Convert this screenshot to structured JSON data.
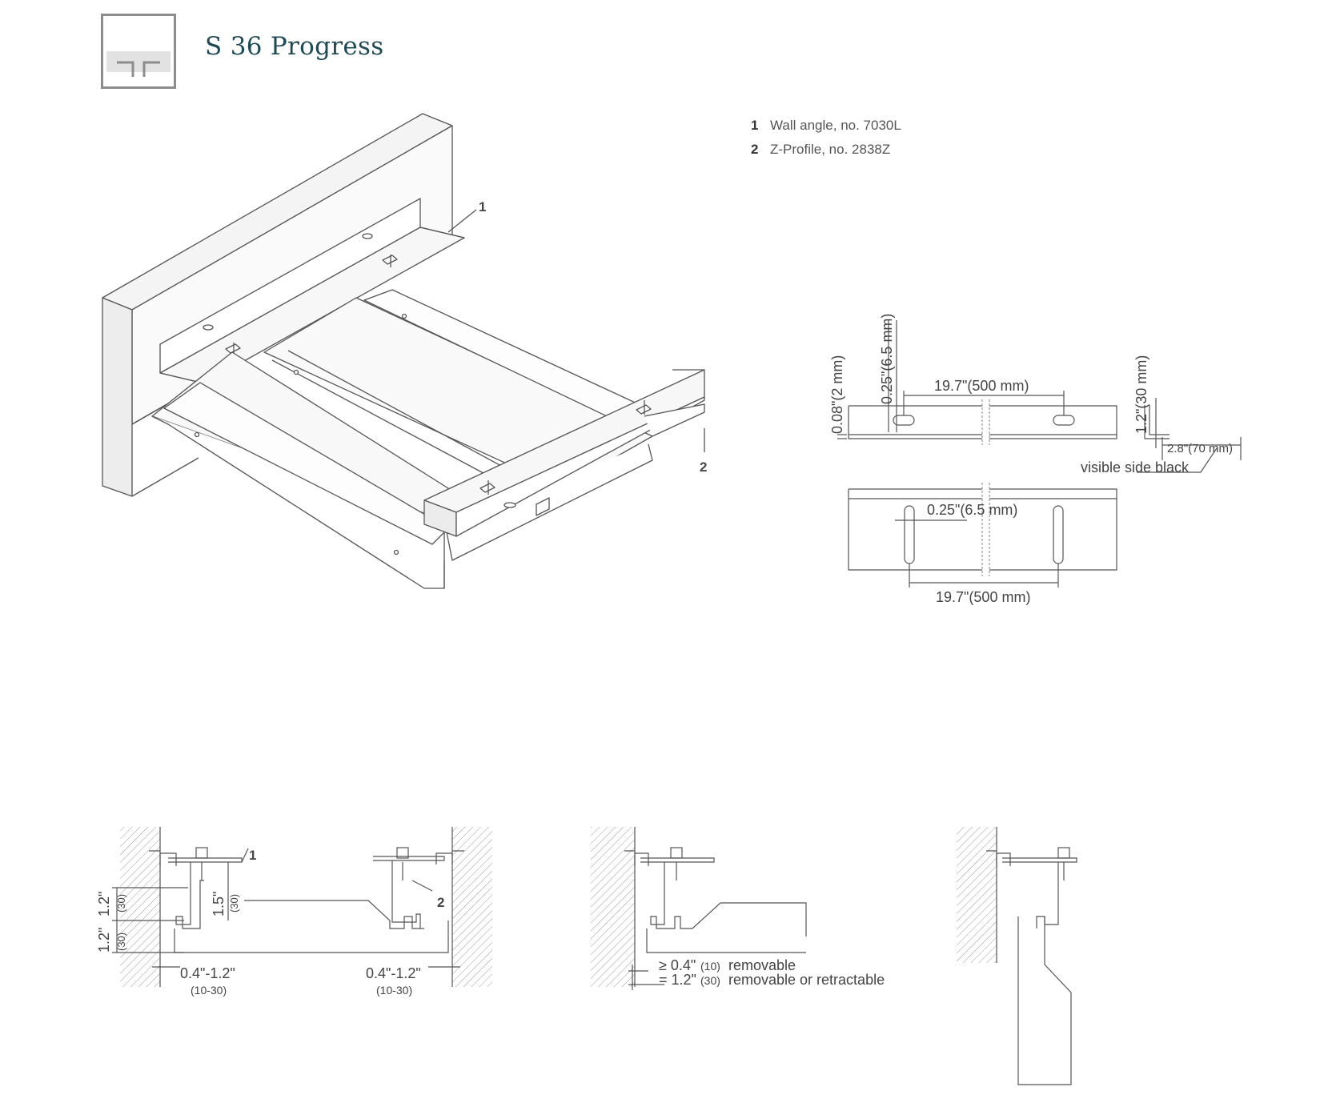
{
  "header": {
    "title": "S 36 Progress"
  },
  "legend": {
    "items": [
      {
        "num": "1",
        "label": "Wall angle, no. 7030L"
      },
      {
        "num": "2",
        "label": "Z-Profile, no. 2838Z"
      }
    ]
  },
  "iso_view": {
    "callout_1": "1",
    "callout_2": "2"
  },
  "part_details": {
    "thickness": "0.08\"(2 mm)",
    "slot_width": "0.25\"(6.5 mm)",
    "spacing_top": "19.7\"(500 mm)",
    "height": "1.2\"(30 mm)",
    "flange": "2.8\"(70 mm)",
    "visible_side": "visible side black",
    "slot_width_2": "0.25\"(6.5 mm)",
    "spacing_bottom": "19.7\"(500 mm)"
  },
  "section_1": {
    "label_1": "1",
    "label_2": "2",
    "dim_a_in": "1.2\"",
    "dim_a_mm": "(30)",
    "dim_b_in": "1.2\"",
    "dim_b_mm": "(30)",
    "dim_c_in": "1.5\"",
    "dim_c_mm": "(30)",
    "gap_left_in": "0.4\"-1.2\"",
    "gap_left_mm": "(10-30)",
    "gap_right_in": "0.4\"-1.2\"",
    "gap_right_mm": "(10-30)"
  },
  "section_2": {
    "line1_in": "≥ 0.4\"",
    "line1_mm": "(10)",
    "line1_text": "removable",
    "line2_in": "= 1.2\"",
    "line2_mm": "(30)",
    "line2_text": "removable or retractable"
  }
}
